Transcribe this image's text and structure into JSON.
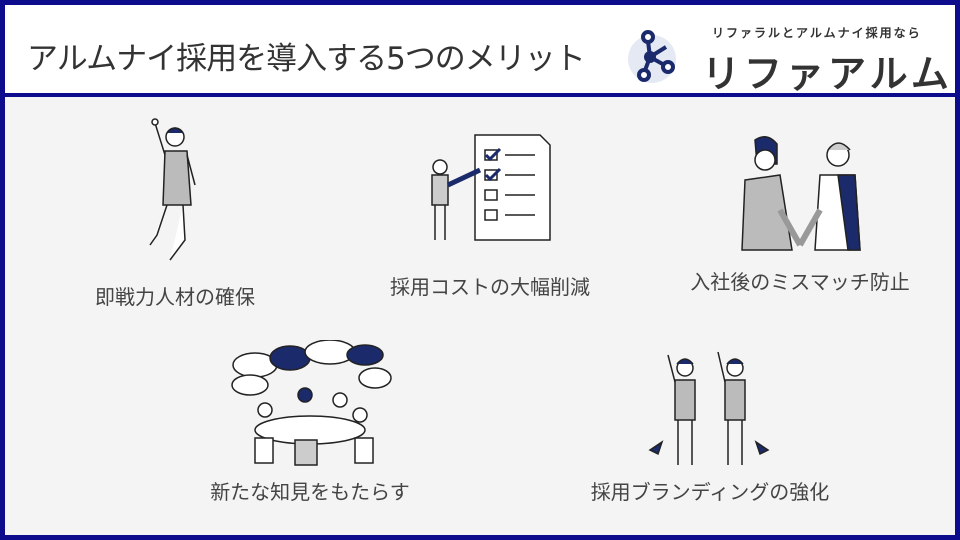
{
  "header": {
    "title": "アルムナイ採用を導入する5つのメリット"
  },
  "logo": {
    "tagline": "リファラルとアルムナイ採用なら",
    "name": "リファアルム"
  },
  "merits": [
    {
      "label": "即戦力人材の確保",
      "icon": "cheering-person-illustration"
    },
    {
      "label": "採用コストの大幅削減",
      "icon": "checklist-illustration"
    },
    {
      "label": "入社後のミスマッチ防止",
      "icon": "handshake-illustration"
    },
    {
      "label": "新たな知見をもたらす",
      "icon": "team-discussion-illustration"
    },
    {
      "label": "採用ブランディングの強化",
      "icon": "celebrating-people-illustration"
    }
  ],
  "colors": {
    "frame": "#0c0c8c",
    "accent": "#1b2a6b",
    "text": "#333333"
  }
}
